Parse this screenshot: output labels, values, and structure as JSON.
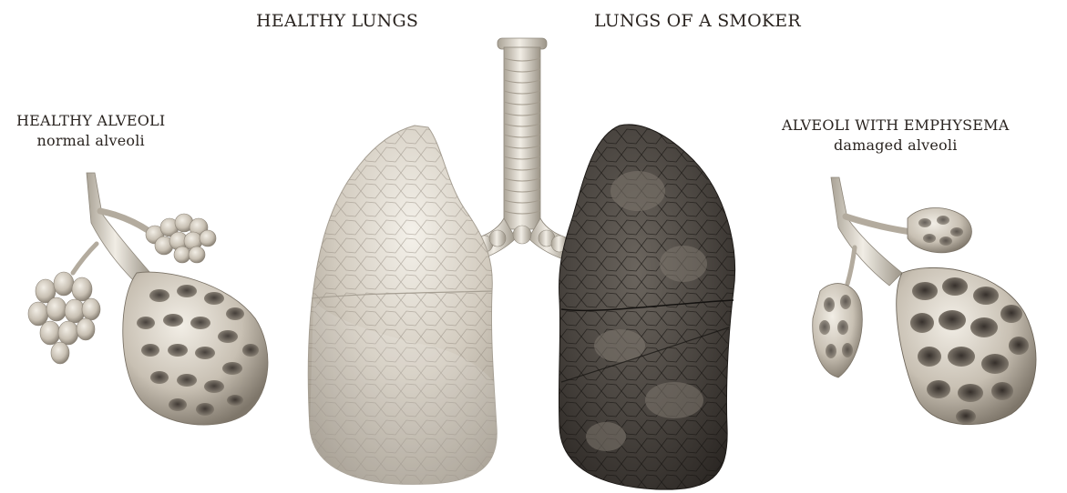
{
  "labels": {
    "healthy_lungs": "HEALTHY LUNGS",
    "smoker_lungs": "LUNGS OF A SMOKER",
    "healthy_alveoli_title": "HEALTHY ALVEOLI",
    "healthy_alveoli_sub": "normal alveoli",
    "emphysema_title": "ALVEOLI WITH EMPHYSEMA",
    "emphysema_sub": "damaged alveoli"
  },
  "colors": {
    "healthy_tissue": "#cfc8bc",
    "smoker_tissue": "#3a3632",
    "trachea": "#d8d2c6",
    "text": "#2a2420"
  }
}
